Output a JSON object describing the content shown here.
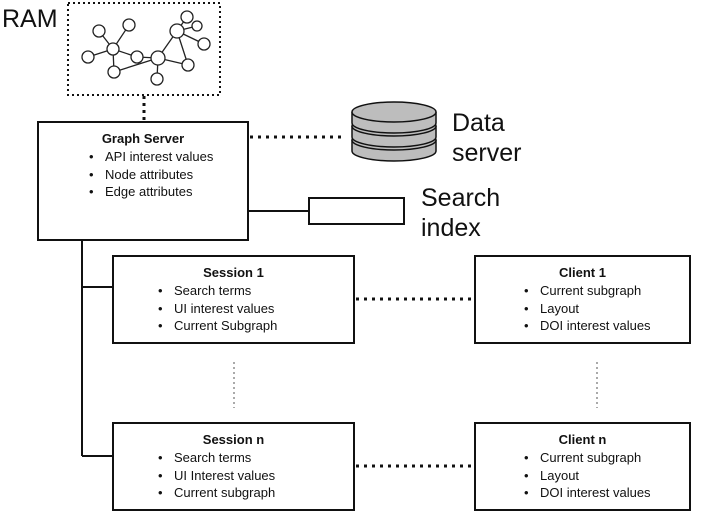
{
  "ram": {
    "label": "RAM"
  },
  "graph_server": {
    "title": "Graph Server",
    "items": [
      "API interest values",
      "Node attributes",
      "Edge attributes"
    ]
  },
  "data_server": {
    "line1": "Data",
    "line2": "server"
  },
  "search_index": {
    "line1": "Search",
    "line2": "index"
  },
  "session_1": {
    "title": "Session 1",
    "items": [
      "Search terms",
      "UI interest values",
      "Current Subgraph"
    ]
  },
  "session_n": {
    "title": "Session n",
    "items": [
      "Search terms",
      "UI Interest values",
      "Current subgraph"
    ]
  },
  "client_1": {
    "title": "Client 1",
    "items": [
      "Current subgraph",
      "Layout",
      "DOI interest values"
    ]
  },
  "client_n": {
    "title": "Client n",
    "items": [
      "Current subgraph",
      "Layout",
      "DOI interest values"
    ]
  }
}
